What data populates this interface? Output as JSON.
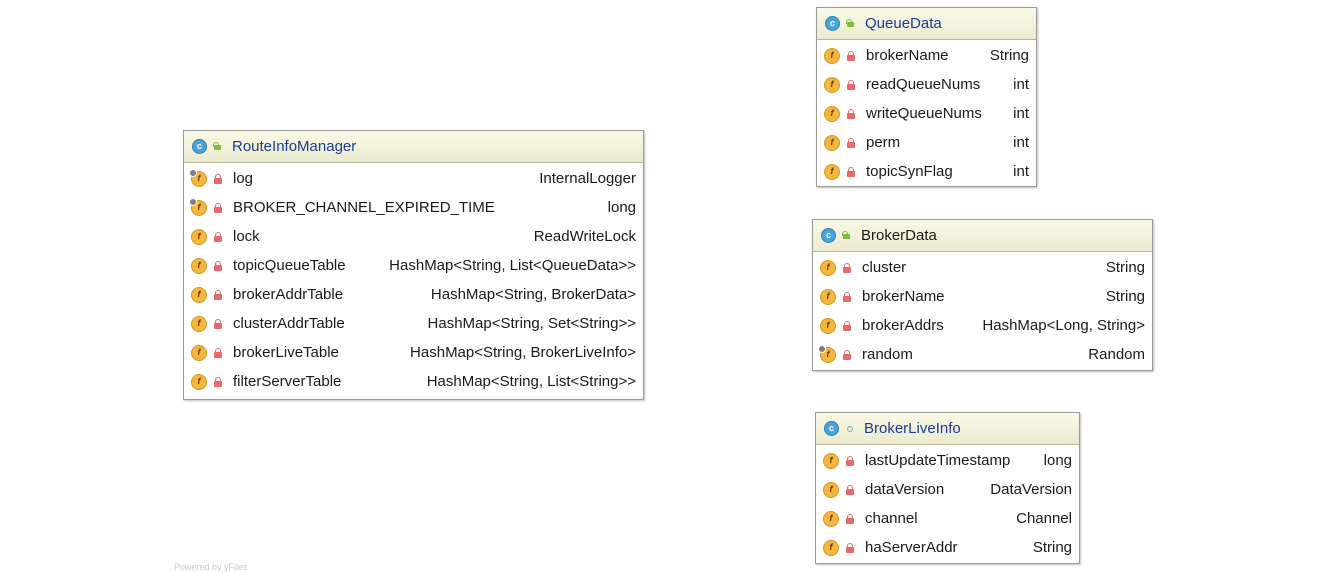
{
  "classes": [
    {
      "id": "route-info-manager",
      "name": "RouteInfoManager",
      "access": "public",
      "fields": [
        {
          "name": "log",
          "type": "InternalLogger",
          "static": true
        },
        {
          "name": "BROKER_CHANNEL_EXPIRED_TIME",
          "type": "long",
          "static": true
        },
        {
          "name": "lock",
          "type": "ReadWriteLock",
          "static": false
        },
        {
          "name": "topicQueueTable",
          "type": "HashMap<String, List<QueueData>>",
          "static": false
        },
        {
          "name": "brokerAddrTable",
          "type": "HashMap<String, BrokerData>",
          "static": false
        },
        {
          "name": "clusterAddrTable",
          "type": "HashMap<String, Set<String>>",
          "static": false
        },
        {
          "name": "brokerLiveTable",
          "type": "HashMap<String, BrokerLiveInfo>",
          "static": false
        },
        {
          "name": "filterServerTable",
          "type": "HashMap<String, List<String>>",
          "static": false
        }
      ]
    },
    {
      "id": "queue-data",
      "name": "QueueData",
      "access": "public",
      "fields": [
        {
          "name": "brokerName",
          "type": "String",
          "static": false
        },
        {
          "name": "readQueueNums",
          "type": "int",
          "static": false
        },
        {
          "name": "writeQueueNums",
          "type": "int",
          "static": false
        },
        {
          "name": "perm",
          "type": "int",
          "static": false
        },
        {
          "name": "topicSynFlag",
          "type": "int",
          "static": false
        }
      ]
    },
    {
      "id": "broker-data",
      "name": "BrokerData",
      "access": "public",
      "fields": [
        {
          "name": "cluster",
          "type": "String",
          "static": false
        },
        {
          "name": "brokerName",
          "type": "String",
          "static": false
        },
        {
          "name": "brokerAddrs",
          "type": "HashMap<Long, String>",
          "static": false
        },
        {
          "name": "random",
          "type": "Random",
          "static": true
        }
      ]
    },
    {
      "id": "broker-live-info",
      "name": "BrokerLiveInfo",
      "access": "package",
      "fields": [
        {
          "name": "lastUpdateTimestamp",
          "type": "long",
          "static": false
        },
        {
          "name": "dataVersion",
          "type": "DataVersion",
          "static": false
        },
        {
          "name": "channel",
          "type": "Channel",
          "static": false
        },
        {
          "name": "haServerAddr",
          "type": "String",
          "static": false
        }
      ]
    }
  ],
  "icons": {
    "class": "class-icon",
    "field": "field-icon",
    "private": "lock-icon",
    "public": "unlock-icon",
    "package": "package-dot-icon"
  },
  "class_icon_letter": "c",
  "field_icon_letter": "f",
  "footer": "Powered by yFiles"
}
